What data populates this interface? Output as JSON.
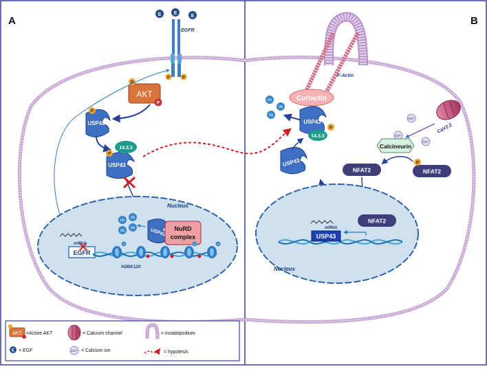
{
  "panels": {
    "left": "A",
    "right": "B"
  },
  "labels": {
    "egfr_receptor": "EGFR",
    "akt": "AKT",
    "p": "P",
    "usp43": "USP43",
    "p1433": "14.3.3",
    "nucleus": "Nucleus",
    "mrna": "mRNA",
    "egfr_gene": "EGFR",
    "nurd_line1": "NuRD",
    "nurd_line2": "complex",
    "h2bk120": "H2BK120",
    "ub": "Ub",
    "e": "E",
    "f_actin": "F-Actin",
    "cortactin": "Cortactin",
    "calcineurin": "Calcineurin",
    "nfat2": "NFAT2",
    "ca_ion": "Ca²⁺",
    "cav": "CaV2.2"
  },
  "legend": {
    "active_akt": "=Active AKT",
    "egf": "= EGF",
    "calcium_channel": "= Calcium channel",
    "calcium_ion": "= Calcium ion",
    "invadopodium": "= invadopodium",
    "hypothesis": "= hypotesis"
  },
  "colors": {
    "frame": "#3a3f9a",
    "membrane": "#c9a9d6",
    "nucleus_fill": "#cfe0ee",
    "nucleus_stroke": "#2f63a7",
    "usp43": "#3d6fc2",
    "usp43_dark": "#1f3f86",
    "p1433": "#1f9b8a",
    "akt": "#d9743a",
    "phospho": "#f0a42a",
    "red_p": "#c0353c",
    "nurd": "#f0a0a4",
    "ub": "#3a86c9",
    "egf": "#254b8a",
    "cortactin": "#f5b3b3",
    "calcineurin": "#d8f0e0",
    "nfat2": "#3e3f7a",
    "channel": "#c24c78",
    "actin": "#d26e8a",
    "hypothesis": "#d21f24",
    "arrow": "#24409a",
    "dna": "#3ea4d8"
  }
}
